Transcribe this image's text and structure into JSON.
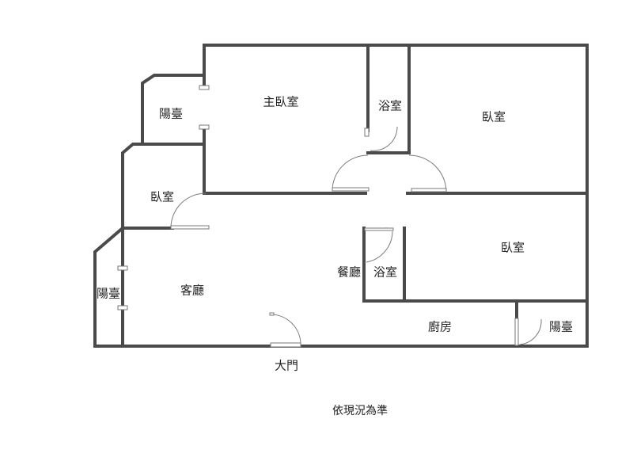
{
  "rooms": {
    "balcony_top": "陽臺",
    "master_bedroom": "主臥室",
    "bath_top": "浴室",
    "bedroom_top_right": "臥室",
    "bedroom_left": "臥室",
    "bedroom_right": "臥室",
    "balcony_left": "陽臺",
    "living_room": "客廳",
    "dining": "餐廳",
    "bath_middle": "浴室",
    "kitchen": "廚房",
    "balcony_right": "陽臺"
  },
  "entrance_label": "大門",
  "note": "依現況為準"
}
